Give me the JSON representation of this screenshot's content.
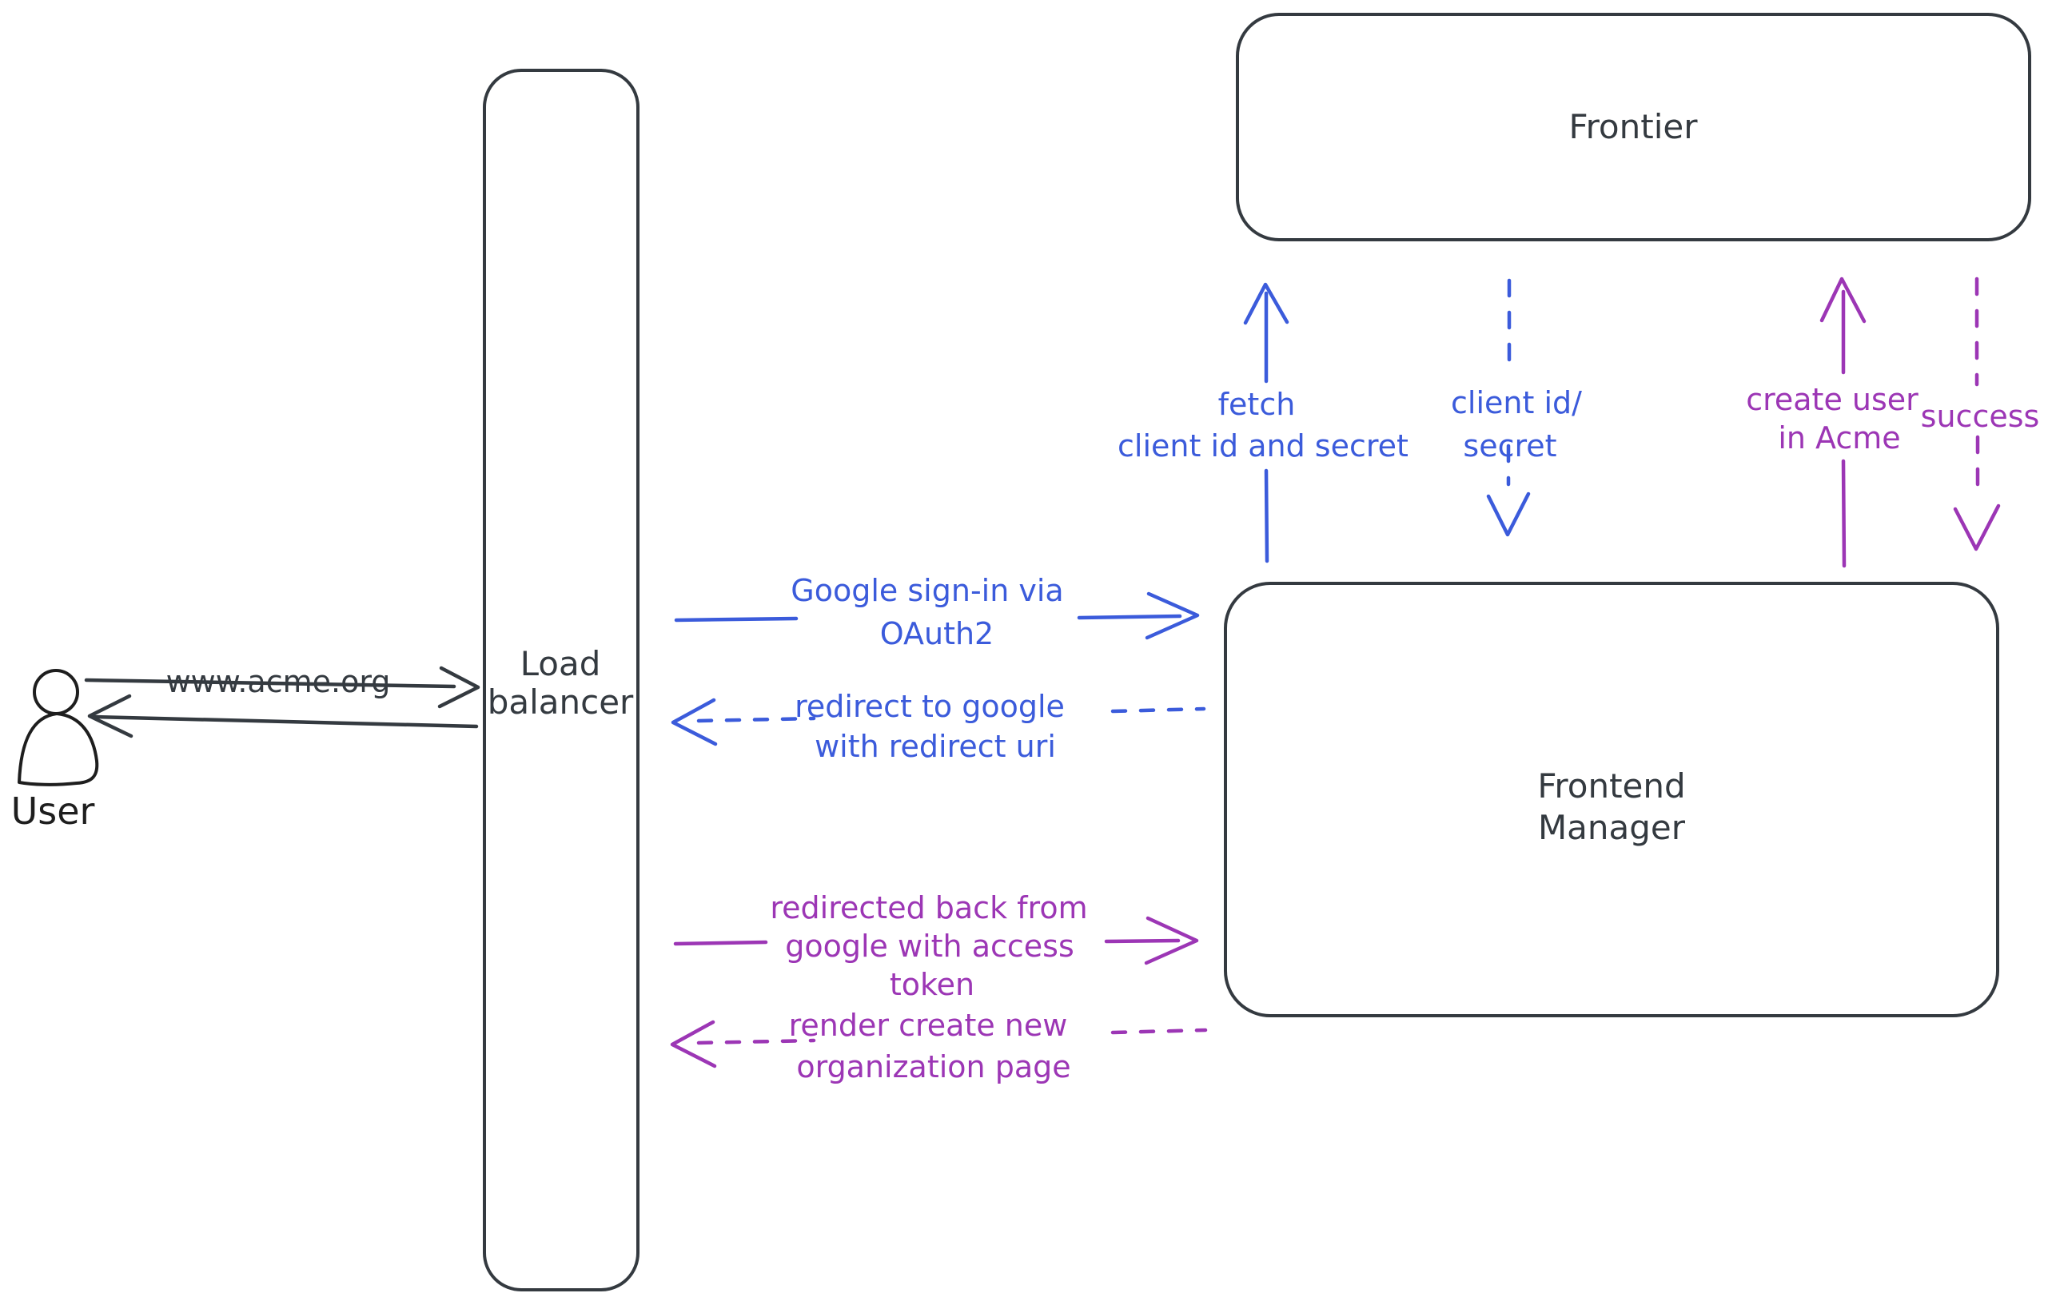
{
  "colors": {
    "dark": "#343a40",
    "ink": "#1e1e1e",
    "blue": "#3b5bdb",
    "purple": "#9c36b5",
    "hatch": "#ccd5e0"
  },
  "actors": {
    "user": {
      "label": "User"
    },
    "load_balancer": {
      "line1": "Load",
      "line2": "balancer"
    },
    "frontier": {
      "label": "Frontier"
    },
    "frontend_manager": {
      "line1": "Frontend",
      "line2": "Manager"
    }
  },
  "flows": {
    "acme_request": {
      "label": "www.acme.org",
      "style": "solid",
      "direction": "right"
    },
    "google_signin": {
      "line1": "Google sign-in via",
      "line2": "OAuth2",
      "style": "solid",
      "direction": "right"
    },
    "redirect_google": {
      "line1": "redirect to google",
      "line2": "with redirect uri",
      "style": "dashed",
      "direction": "left"
    },
    "redirected_back": {
      "line1": "redirected back from",
      "line2": "google with access",
      "line3": "token",
      "style": "solid",
      "direction": "right"
    },
    "render_page": {
      "line1": "render create new",
      "line2": "organization page",
      "style": "dashed",
      "direction": "left"
    },
    "fetch_secret": {
      "line1": "fetch",
      "line2": "client id and secret",
      "style": "solid",
      "direction": "up"
    },
    "client_id_secret": {
      "line1": "client id/",
      "line2": "secret",
      "style": "dashed",
      "direction": "down"
    },
    "create_user": {
      "line1": "create user",
      "line2": "in Acme",
      "style": "solid",
      "direction": "up"
    },
    "success": {
      "label": "success",
      "style": "dashed",
      "direction": "down"
    }
  }
}
